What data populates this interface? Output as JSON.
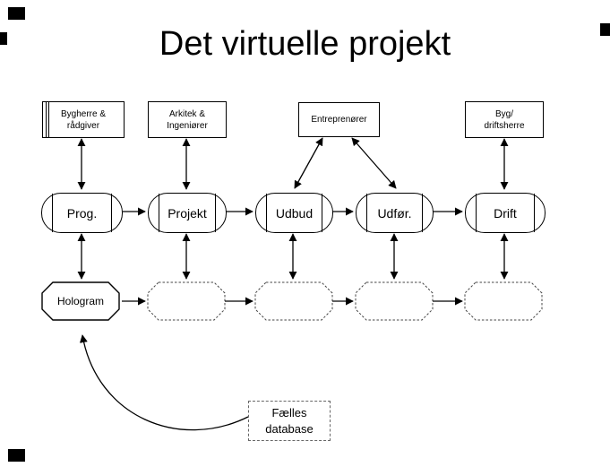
{
  "slide": {
    "title": "Det virtuelle projekt"
  },
  "actors": [
    {
      "name": "bygherre-radgiver",
      "line1": "Bygherre &",
      "line2": "rådgiver"
    },
    {
      "name": "arkitekt-ingeniorer",
      "line1": "Arkitek &",
      "line2": "Ingeniører"
    },
    {
      "name": "entreprenorer",
      "line1": "Entreprenører",
      "line2": ""
    },
    {
      "name": "byg-driftsherre",
      "line1": "Byg/",
      "line2": "driftsherre"
    }
  ],
  "phases": [
    {
      "label": "Prog."
    },
    {
      "label": "Projekt"
    },
    {
      "label": "Udbud"
    },
    {
      "label": "Udfør."
    },
    {
      "label": "Drift"
    }
  ],
  "models": {
    "hologram_label": "Hologram"
  },
  "database": {
    "line1": "Fælles",
    "line2": "database"
  },
  "colors": {
    "ink": "#000000",
    "background": "#ffffff"
  }
}
